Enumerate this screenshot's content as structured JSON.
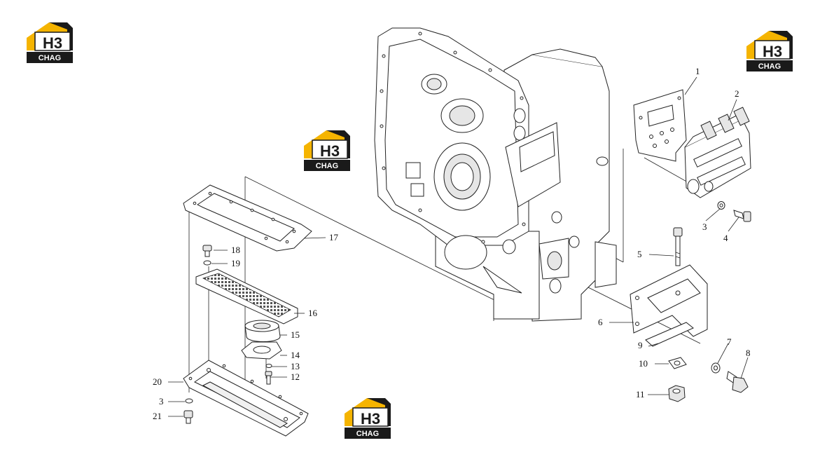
{
  "brand": {
    "logo_main": "H3",
    "logo_sub": "CHAG",
    "color_yellow": "#f5b400",
    "color_black": "#1a1a1a"
  },
  "callouts": {
    "c1": "1",
    "c2": "2",
    "c3a": "3",
    "c4": "4",
    "c5": "5",
    "c6": "6",
    "c7": "7",
    "c8": "8",
    "c9": "9",
    "c10": "10",
    "c11": "11",
    "c12": "12",
    "c13": "13",
    "c14": "14",
    "c15": "15",
    "c16": "16",
    "c17": "17",
    "c18": "18",
    "c19": "19",
    "c20": "20",
    "c3b": "3",
    "c21": "21"
  }
}
